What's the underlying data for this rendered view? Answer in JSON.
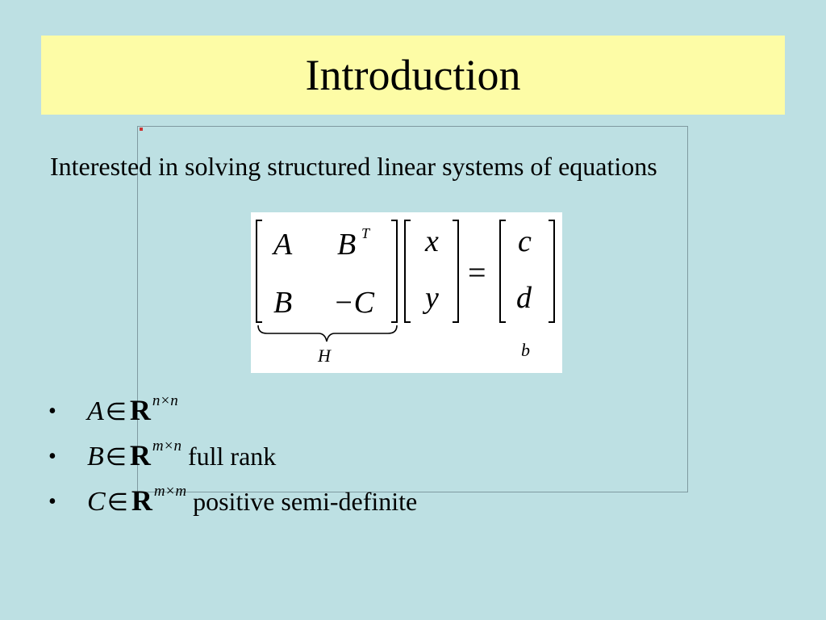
{
  "slide": {
    "title": "Introduction",
    "intro": "Interested in solving structured linear systems of equations",
    "equation": {
      "matrix_h": [
        "A",
        "B",
        "B",
        "−C"
      ],
      "superscript_T": "T",
      "vector_left": [
        "x",
        "y"
      ],
      "equals": "=",
      "vector_right": [
        "c",
        "d"
      ],
      "label_h": "H",
      "label_b": "b"
    },
    "bullets": [
      {
        "symbol": "•",
        "var": "A",
        "elem": "∈",
        "set": "R",
        "dims": "n×n",
        "desc": ""
      },
      {
        "symbol": "•",
        "var": "B",
        "elem": "∈",
        "set": "R",
        "dims": "m×n",
        "desc": "full rank"
      },
      {
        "symbol": "•",
        "var": "C",
        "elem": "∈",
        "set": "R",
        "dims": "m×m",
        "desc": "positive semi-definite"
      }
    ]
  }
}
